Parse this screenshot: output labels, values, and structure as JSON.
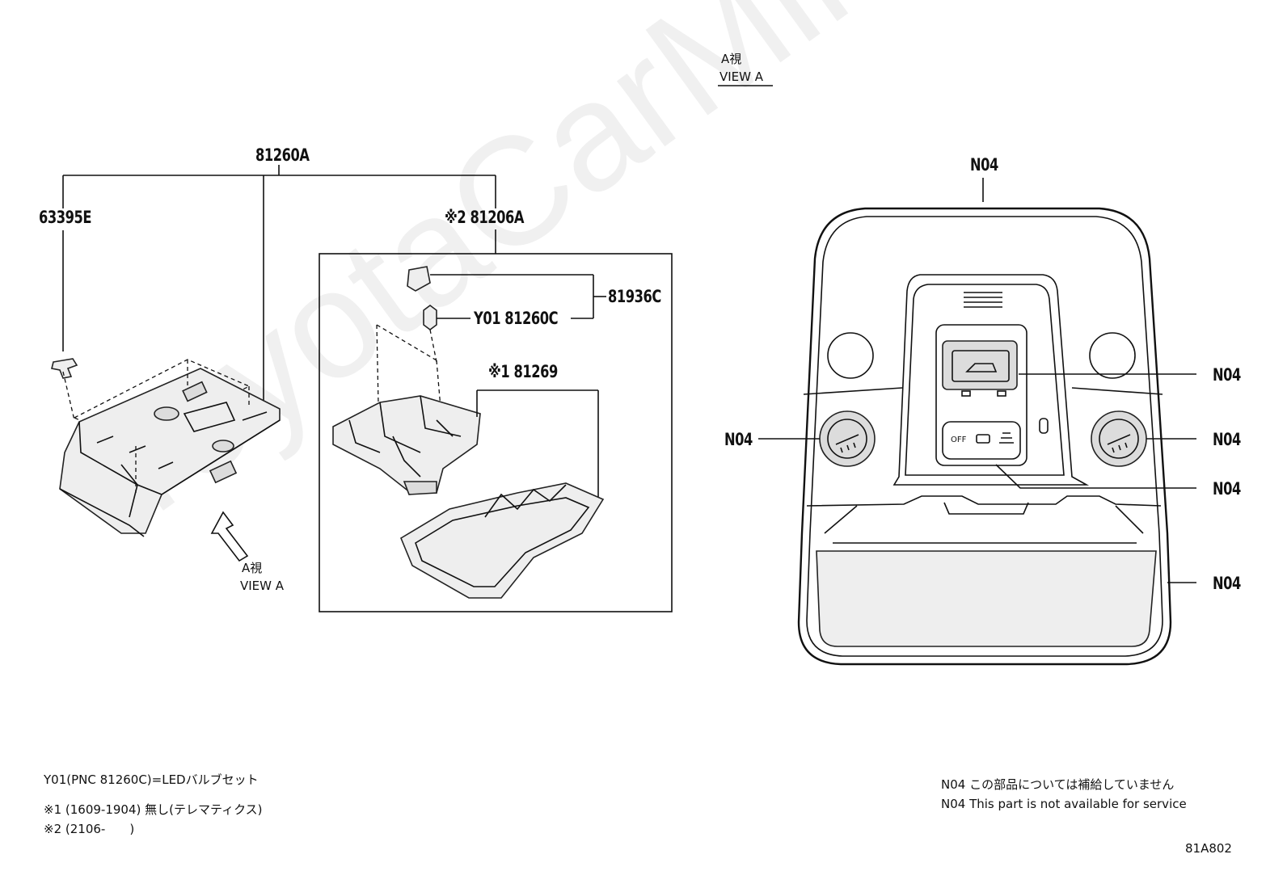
{
  "view_a_top": {
    "jp": "A視",
    "en": "VIEW A"
  },
  "view_a_left": {
    "jp": "A視",
    "en": "VIEW A"
  },
  "callouts": {
    "assembly": "81260A",
    "clip": "63395E",
    "lens_group": "※2 81206A",
    "socket": "81936C",
    "bulb": "Y01 81260C",
    "lens": "※1 81269",
    "n04_top": "N04",
    "n04_right_1": "N04",
    "n04_right_2": "N04",
    "n04_right_3": "N04",
    "n04_right_4": "N04",
    "n04_left": "N04"
  },
  "panel_labels": {
    "off": "OFF"
  },
  "notes_left": [
    "Y01(PNC 81260C)=LEDバルブセット",
    "※1 (1609-1904) 無し(テレマティクス)",
    "※2 (2106-　　)"
  ],
  "notes_right": [
    "N04 この部品については補給していません",
    "N04 This part is not available for service"
  ],
  "diagram_code": "81A802",
  "watermark": "ToyotaCarMine.ru"
}
